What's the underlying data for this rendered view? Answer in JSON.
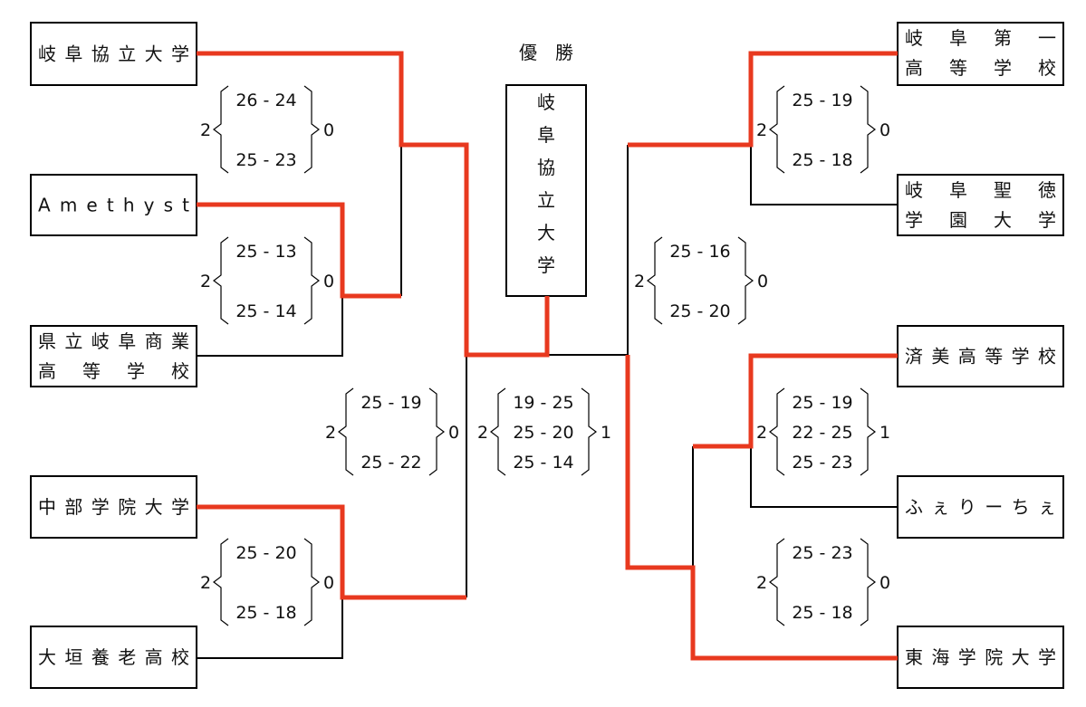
{
  "title": "優　勝",
  "champion": [
    "岐",
    "阜",
    "協",
    "立",
    "大",
    "学"
  ],
  "teams": {
    "t1": [
      "岐阜協立大学"
    ],
    "t2": [
      "Amethyst"
    ],
    "t3": [
      "県立岐阜商業",
      "高　等　学　校"
    ],
    "t4": [
      "中部学院大学"
    ],
    "t5": [
      "大垣養老高校"
    ],
    "t6": [
      "岐　阜　第　一",
      "高　等　学　校"
    ],
    "t7": [
      "岐　阜　聖　徳",
      "学　園　大　学"
    ],
    "t8": [
      "済美高等学校"
    ],
    "t9": [
      "ふぇりーちぇ"
    ],
    "t10": [
      "東海学院大学"
    ]
  },
  "matches": {
    "m1": {
      "left": "2",
      "right": "0",
      "sets": [
        "26 - 24",
        "25 - 23"
      ]
    },
    "m2": {
      "left": "2",
      "right": "0",
      "sets": [
        "25 - 13",
        "25 - 14"
      ]
    },
    "m3": {
      "left": "2",
      "right": "0",
      "sets": [
        "25 - 20",
        "25 - 18"
      ]
    },
    "m4": {
      "left": "2",
      "right": "0",
      "sets": [
        "25 - 19",
        "25 - 22"
      ]
    },
    "m5": {
      "left": "2",
      "right": "1",
      "sets": [
        "19 - 25",
        "25 - 20",
        "25 - 14"
      ]
    },
    "m6": {
      "left": "2",
      "right": "0",
      "sets": [
        "25 - 19",
        "25 - 18"
      ]
    },
    "m7": {
      "left": "2",
      "right": "0",
      "sets": [
        "25 - 16",
        "25 - 20"
      ]
    },
    "m8": {
      "left": "2",
      "right": "1",
      "sets": [
        "25 - 19",
        "22 - 25",
        "25 - 23"
      ]
    },
    "m9": {
      "left": "2",
      "right": "0",
      "sets": [
        "25 - 23",
        "25 - 18"
      ]
    }
  },
  "colors": {
    "winner": "#e8391f",
    "line": "#000000"
  }
}
